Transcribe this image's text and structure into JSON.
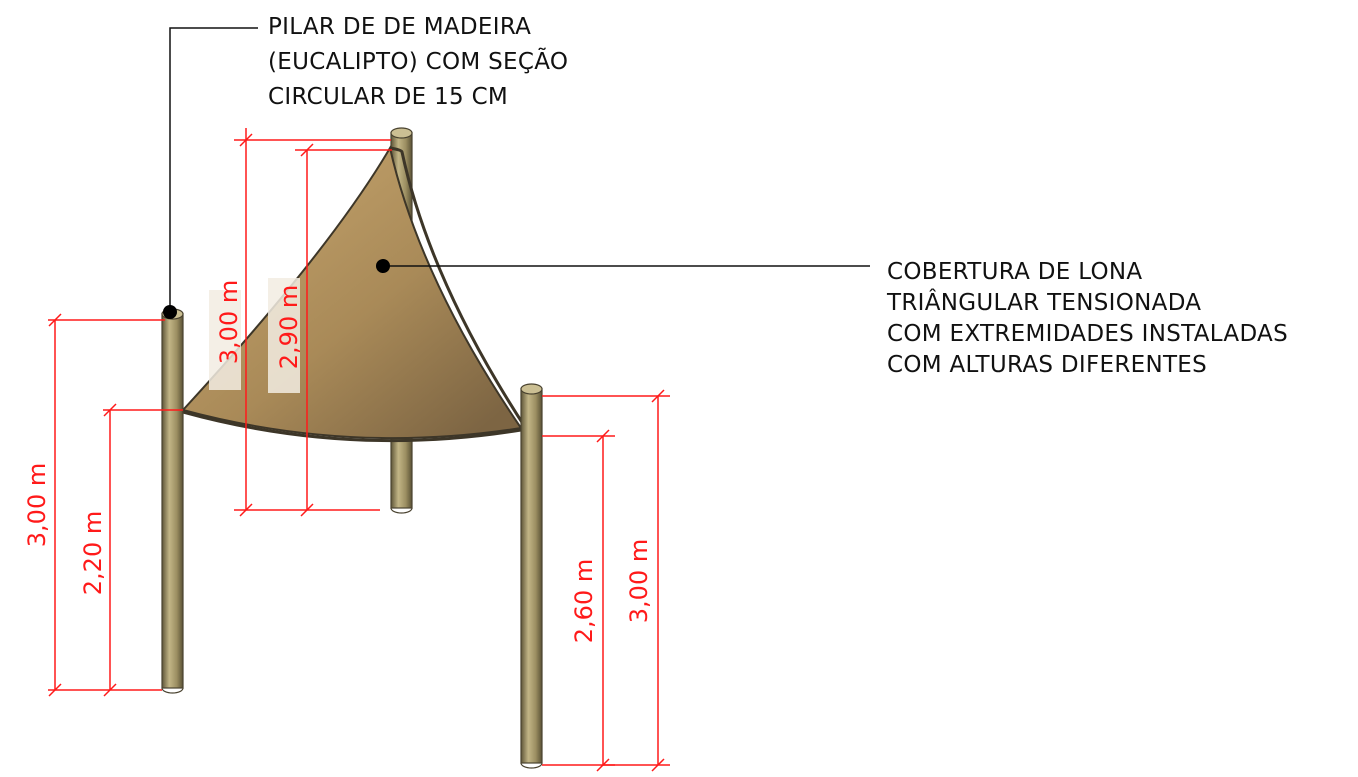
{
  "colors": {
    "dimension": "#ff1a1a",
    "pole_light": "#bcae80",
    "pole_dark": "#6b6140",
    "canvas_light": "#b8975f",
    "canvas_dark": "#7a6240",
    "leader": "#111111"
  },
  "callouts": {
    "pillar": {
      "lines": [
        "PILAR DE DE MADEIRA",
        "(EUCALIPTO) COM SEÇÃO",
        "CIRCULAR DE 15 CM"
      ]
    },
    "cover": {
      "lines": [
        "COBERTURA DE LONA",
        "TRIÂNGULAR TENSIONADA",
        "COM EXTREMIDADES INSTALADAS",
        "COM ALTURAS DIFERENTES"
      ]
    }
  },
  "dimensions": {
    "left_outer": "3,00 m",
    "left_inner": "2,20 m",
    "back_outer": "3,00 m",
    "back_inner": "2,90 m",
    "right_inner": "2,60 m",
    "right_outer": "3,00 m"
  }
}
